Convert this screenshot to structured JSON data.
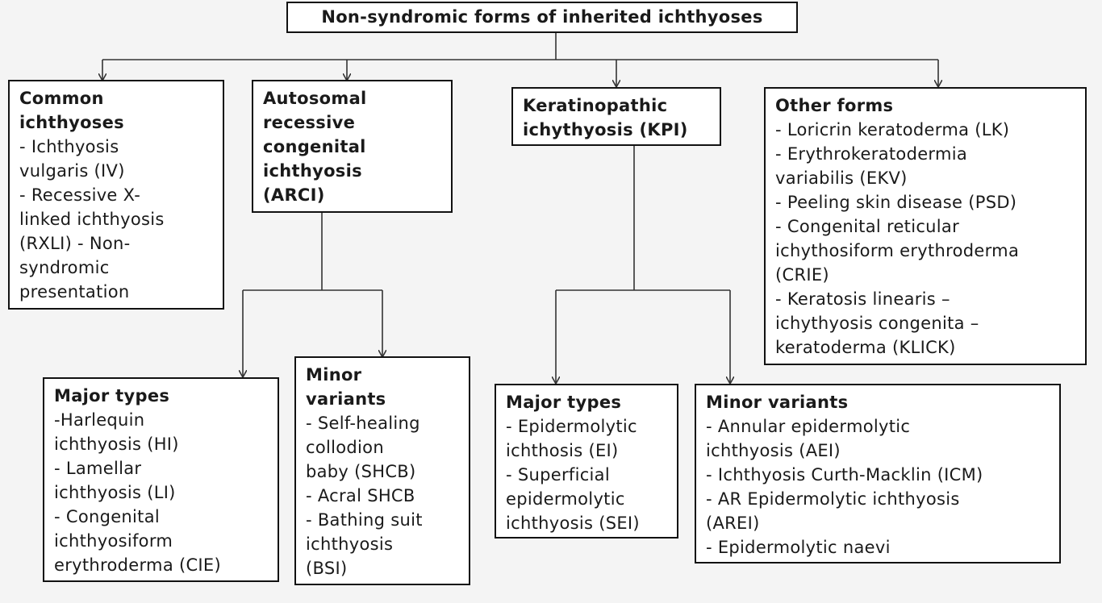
{
  "diagram": {
    "root": "Non-syndromic forms of inherited ichthyoses",
    "common": {
      "title": "Common\nichthyoses",
      "items": "- Ichthyosis\nvulgaris (IV)\n- Recessive X-\nlinked ichthyosis\n(RXLI) - Non-\nsyndromic\npresentation"
    },
    "arci": {
      "title": "Autosomal\nrecessive\ncongenital\nichthyosis\n(ARCI)"
    },
    "kpi": {
      "title": "Keratinopathic\nichythyosis (KPI)"
    },
    "other": {
      "title": "Other forms",
      "items": "- Loricrin keratoderma (LK)\n- Erythrokeratodermia\nvariabilis (EKV)\n- Peeling skin disease (PSD)\n- Congenital reticular\nichythosiform erythroderma\n(CRIE)\n- Keratosis linearis –\nichythyosis congenita –\nkeratoderma (KLICK)"
    },
    "arci_major": {
      "title": "Major types",
      "items": "-Harlequin\nichthyosis (HI)\n- Lamellar\nichthyosis (LI)\n- Congenital\nichthyosiform\nerythroderma (CIE)"
    },
    "arci_minor": {
      "title": "Minor\nvariants",
      "items": "- Self-healing\ncollodion\nbaby (SHCB)\n- Acral SHCB\n- Bathing suit\nichthyosis\n(BSI)"
    },
    "kpi_major": {
      "title": "Major types",
      "items": "- Epidermolytic\nichthosis (EI)\n- Superficial\nepidermolytic\nichthyosis (SEI)"
    },
    "kpi_minor": {
      "title": "Minor variants",
      "items": "- Annular epidermolytic\nichthyosis (AEI)\n- Ichthyosis Curth-Macklin (ICM)\n- AR Epidermolytic ichthyosis\n(AREI)\n-  Epidermolytic naevi"
    }
  },
  "colors": {
    "line": "#333333",
    "border": "#111111",
    "background": "#f4f4f4"
  }
}
